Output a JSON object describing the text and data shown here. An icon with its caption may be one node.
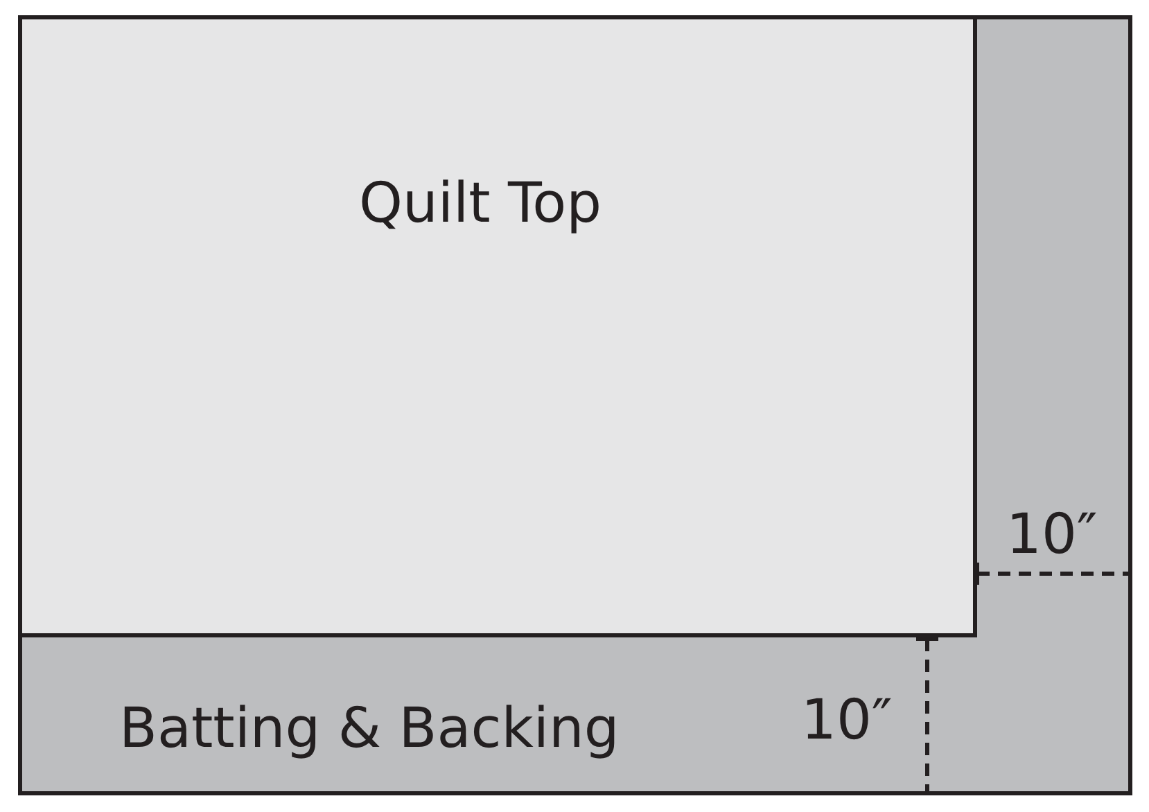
{
  "diagram": {
    "nodes": [
      {
        "text": [
          "Batting & Backing"
        ]
      },
      {
        "text": [
          "Quilt Top"
        ],
        "in": 0
      }
    ],
    "labels": [
      "10″",
      "10″"
    ]
  }
}
